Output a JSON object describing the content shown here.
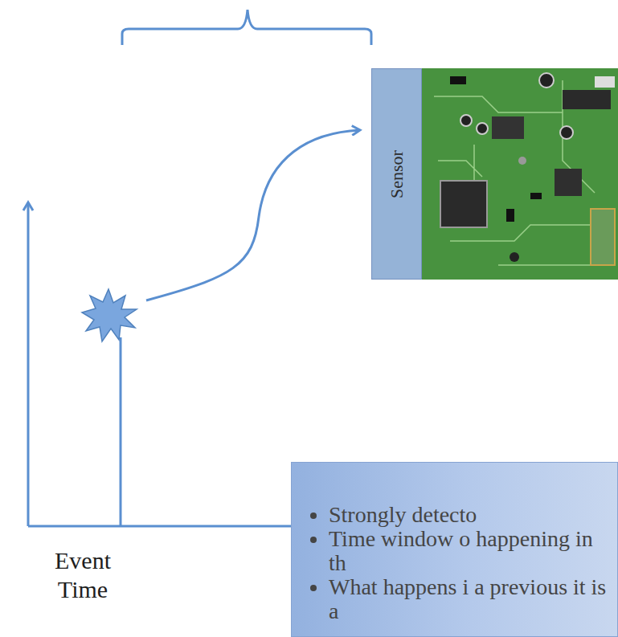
{
  "diagram": {
    "nodes": [
      {
        "text": [
          "Sensor"
        ]
      },
      {
        "text": [
          "Strongly detecto",
          "Time window o happening in th",
          "What happens i a previous it is a"
        ]
      }
    ],
    "labels": [
      "Event Time"
    ]
  }
}
